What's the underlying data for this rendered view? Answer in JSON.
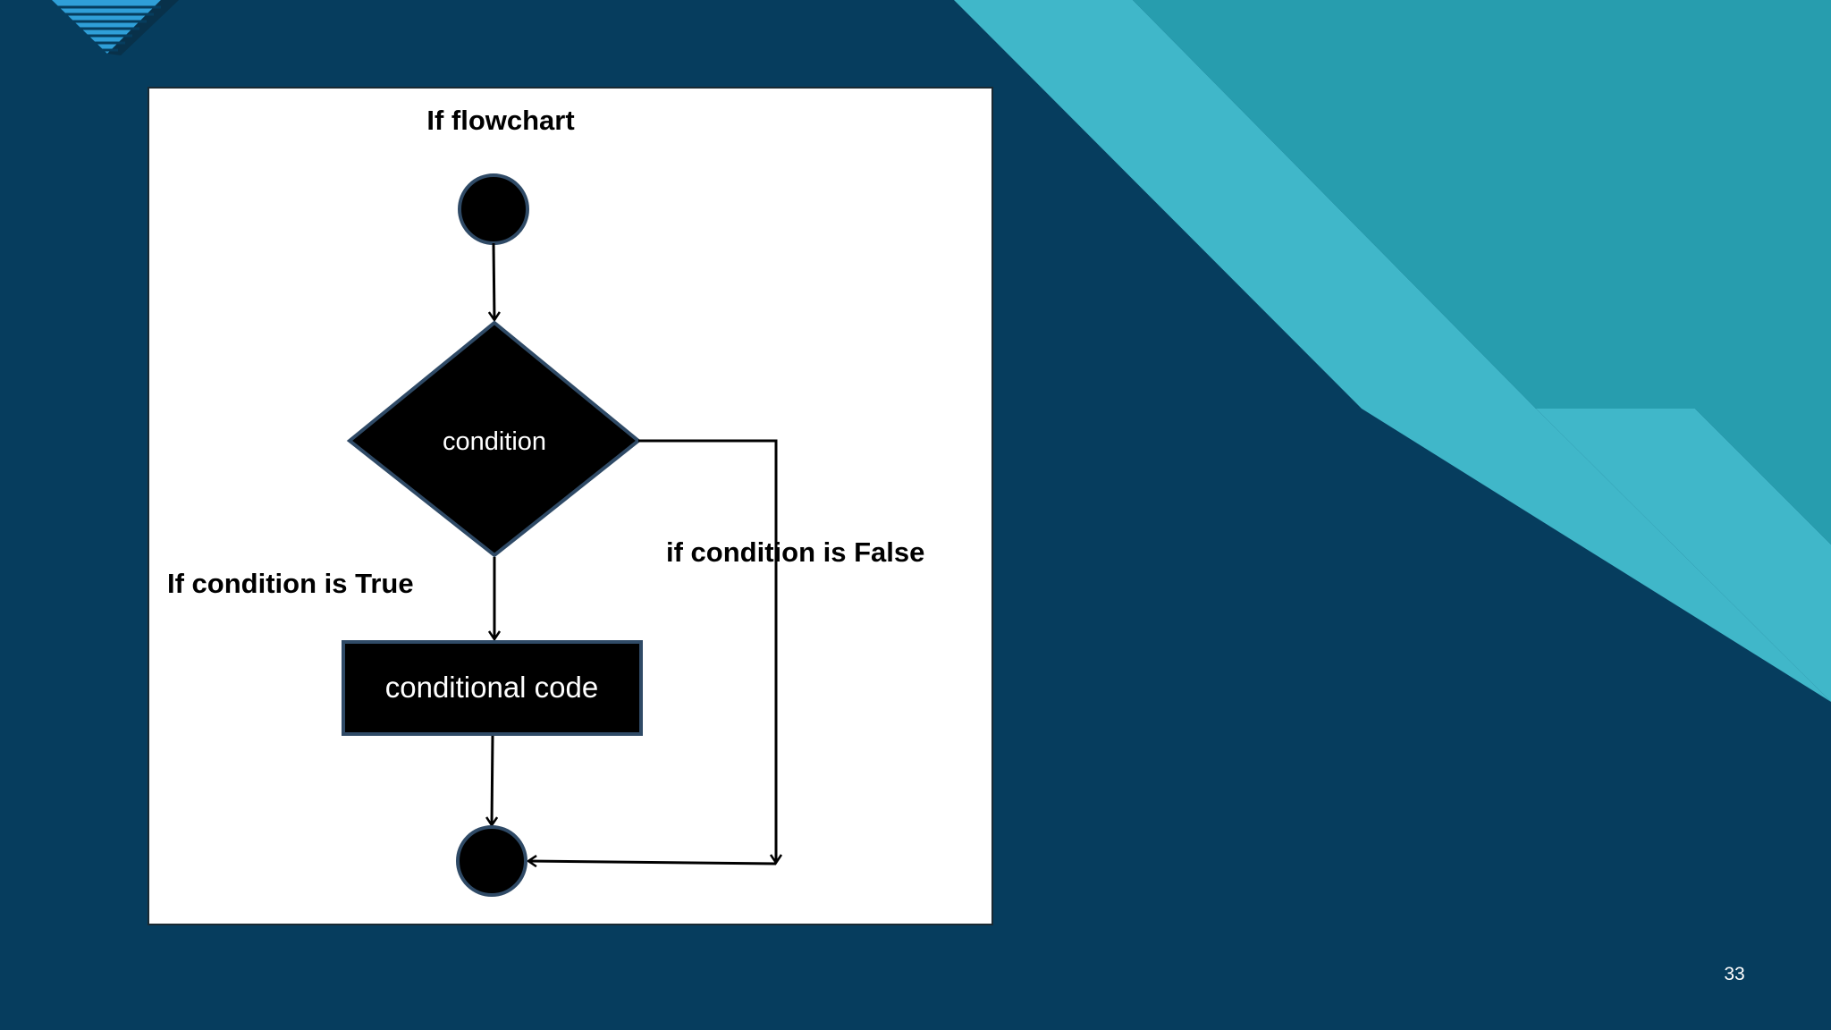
{
  "slide": {
    "page_number": "33",
    "colors": {
      "background": "#063d5e",
      "accent_light": "#40b7c9",
      "accent_dark": "#279dae",
      "logo_stripes": "#2f9fd8"
    }
  },
  "flowchart": {
    "title": "If flowchart",
    "decision_label": "condition",
    "process_label": "conditional code",
    "true_branch_label": "If condition is True",
    "false_branch_label": "if condition is False",
    "colors": {
      "node_fill": "#000000",
      "node_stroke": "#2f4a66",
      "edge": "#000000"
    }
  }
}
